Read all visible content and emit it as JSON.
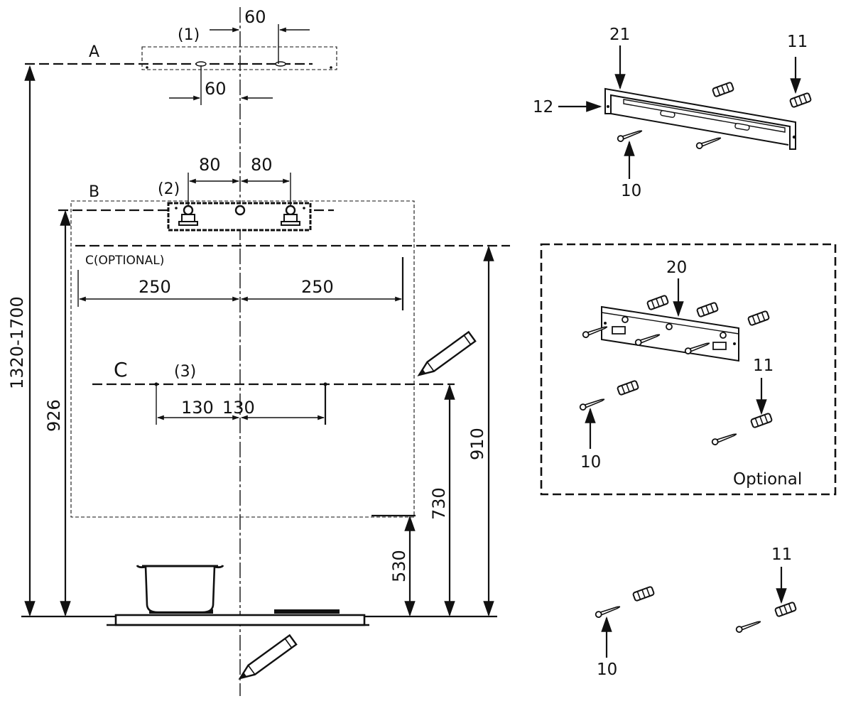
{
  "labels": {
    "a": "A",
    "b": "B",
    "c_optional": "C(OPTIONAL)",
    "c": "C",
    "p1": "(1)",
    "p2": "(2)",
    "p3": "(3)",
    "optional": "Optional"
  },
  "dimensions": {
    "d60_top": "60",
    "d60_bottom": "60",
    "d80_left": "80",
    "d80_right": "80",
    "d250_left": "250",
    "d250_right": "250",
    "d130_left": "130",
    "d130_right": "130",
    "d1320_1700": "1320-1700",
    "d926": "926",
    "d910": "910",
    "d730": "730",
    "d530": "530"
  },
  "parts": {
    "p21": "21",
    "p11_top": "11",
    "p12": "12",
    "p10_top": "10",
    "p20": "20",
    "p11_mid": "11",
    "p10_mid": "10",
    "p11_bottom": "11",
    "p10_bottom": "10"
  }
}
